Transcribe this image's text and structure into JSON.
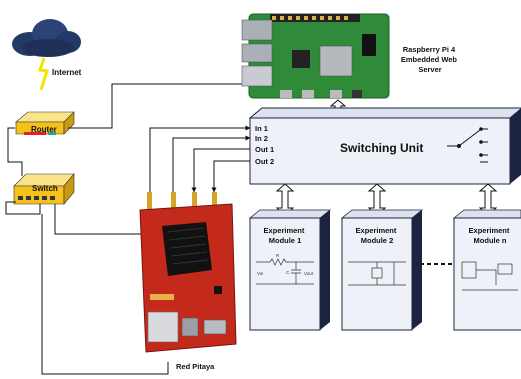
{
  "nodes": {
    "internet": "Internet",
    "router": "Router",
    "switch": "Switch",
    "rpi": [
      "Raspberry Pi 4",
      "Embedded Web",
      "Server"
    ],
    "redpitaya": "Red Pitaya",
    "switching_unit": "Switching Unit"
  },
  "ports": [
    "In 1",
    "In 2",
    "Out 1",
    "Out 2"
  ],
  "modules": [
    {
      "line1": "Experiment",
      "line2": "Module 1"
    },
    {
      "line1": "Experiment",
      "line2": "Module 2"
    },
    {
      "line1": "Experiment",
      "line2": "Module n"
    }
  ],
  "schematic": {
    "r_label": "R",
    "c_label": "C",
    "vin": "Vin",
    "vout": "Vout"
  },
  "colors": {
    "cloud": "#243a66",
    "lightning": "#f2e600",
    "router": "#f4c21c",
    "rpi_board": "#2f8a3a",
    "redpitaya_board": "#c42a1c",
    "box_face": "#eef1f8",
    "box_edge": "#1c2440"
  }
}
